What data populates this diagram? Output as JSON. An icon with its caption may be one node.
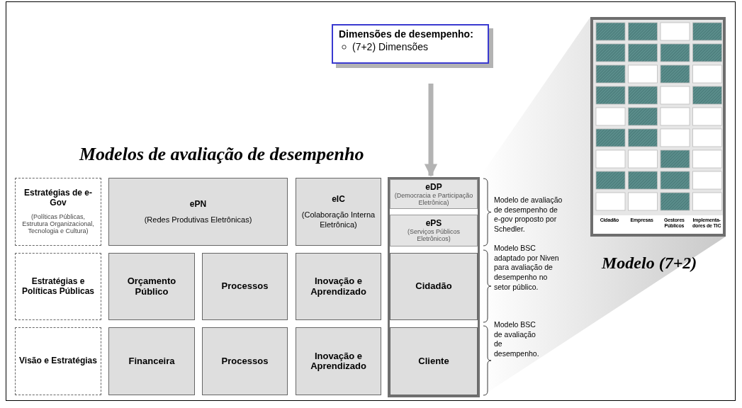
{
  "diagram": {
    "title": "Modelos de avaliação de desempenho",
    "nodes": [
      {
        "text": [
          "Dimensões de desempenho:",
          "(7+2) Dimensões"
        ]
      },
      {
        "text": [
          "Estratégias de e-Gov",
          "(Políticas Públicas, Estrutura Organizacional, Tecnologia e Cultura)"
        ]
      },
      {
        "text": [
          "ePN",
          "(Redes Produtivas Eletrônicas)"
        ]
      },
      {
        "text": [
          "eIC",
          "(Colaboração Interna Eletrônica)"
        ]
      },
      {
        "text": [],
        "shape": "box"
      },
      {
        "text": [
          "eDP",
          "(Democracia e Participação Eletrônica)"
        ],
        "in": 4
      },
      {
        "text": [
          "ePS",
          "(Serviços Públicos Eletrônicos)"
        ],
        "in": 4
      },
      {
        "text": [
          "Estratégias e Políticas Públicas"
        ]
      },
      {
        "text": [
          "Orçamento Público"
        ]
      },
      {
        "text": [
          "Processos"
        ]
      },
      {
        "text": [
          "Inovação e Aprendizado"
        ]
      },
      {
        "text": [
          "Cidadão"
        ],
        "in": 4
      },
      {
        "text": [
          "Visão e Estratégias"
        ]
      },
      {
        "text": [
          "Financeira"
        ]
      },
      {
        "text": [
          "Processos"
        ]
      },
      {
        "text": [
          "Inovação e Aprendizado"
        ]
      },
      {
        "text": [
          "Cliente"
        ],
        "in": 4
      },
      {
        "text": [
          "Modelo (7+2)"
        ]
      }
    ],
    "edges": [
      {
        "from": 0,
        "to": 4,
        "arrow": "to"
      }
    ],
    "labels": [
      "Modelo de avaliação de desempenho de e-gov proposto por Schedler.",
      "Modelo BSC adaptado por Niven para avaliação de desempenho no setor público.",
      "Modelo BSC de avaliação de desempenho.",
      "Cidadão",
      "Empresas",
      "Gestores Públicos",
      "Implementa-dores de TIC"
    ]
  }
}
